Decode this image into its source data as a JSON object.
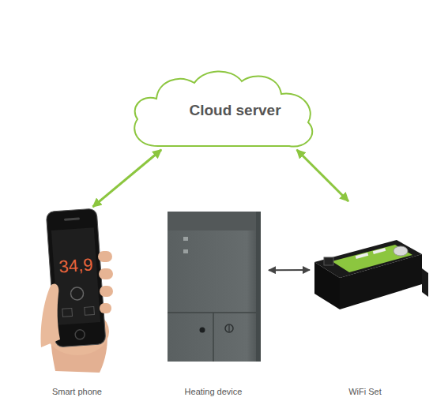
{
  "diagram": {
    "nodes": [
      {
        "text": [
          "Cloud server"
        ]
      },
      {
        "text": [
          "Smart phone"
        ]
      },
      {
        "text": [
          "Heating device"
        ]
      },
      {
        "text": [
          "WiFi Set"
        ]
      }
    ],
    "edges": [
      {
        "from": 0,
        "to": 1,
        "arrow": "both"
      },
      {
        "from": 0,
        "to": 3,
        "arrow": "both"
      },
      {
        "from": 2,
        "to": 3,
        "arrow": "both"
      }
    ],
    "labels": [
      "34,9"
    ]
  }
}
